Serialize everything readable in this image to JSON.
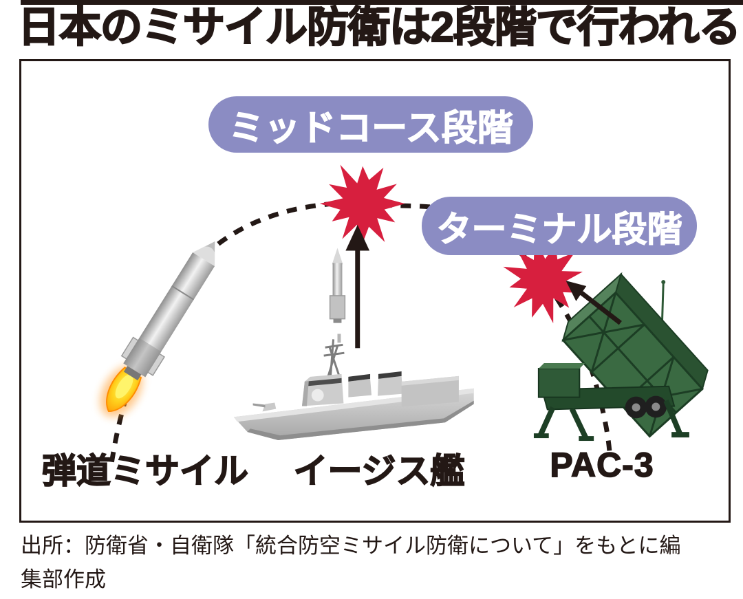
{
  "title": "日本のミサイル防衛は2段階で行われる",
  "diagram": {
    "stages": {
      "midcourse": "ミッドコース段階",
      "terminal": "ターミナル段階"
    },
    "labels": {
      "ballistic_missile": "弾道ミサイル",
      "aegis_ship": "イージス艦",
      "pac3": "PAC-3"
    },
    "icons": {
      "trajectory": "dashed-arc-trajectory",
      "explosion": "red-starburst",
      "midcourse_interceptor": "ship-launched-missile-arrow-up",
      "terminal_interceptor": "pac3-missile-arrow-up-left",
      "vehicles": [
        "ballistic-missile",
        "aegis-destroyer",
        "pac3-launcher"
      ]
    }
  },
  "source": {
    "full": "出所：防衛省・自衛隊「統合防空ミサイル防衛について」をもとに編集部作成",
    "lines": [
      "出所：防衛省・自衛隊「統合防空ミサイル防衛について」をもとに編",
      "集部作成"
    ]
  },
  "colors": {
    "ink": "#231815",
    "stage_pill_purple": "#8b8cc3",
    "burst_red": "#d71f3e",
    "pac3_green": "#35633c",
    "flame_yellow": "#ffe93c",
    "flame_orange": "#ff9000",
    "ship_gray": "#c0c0c0"
  }
}
